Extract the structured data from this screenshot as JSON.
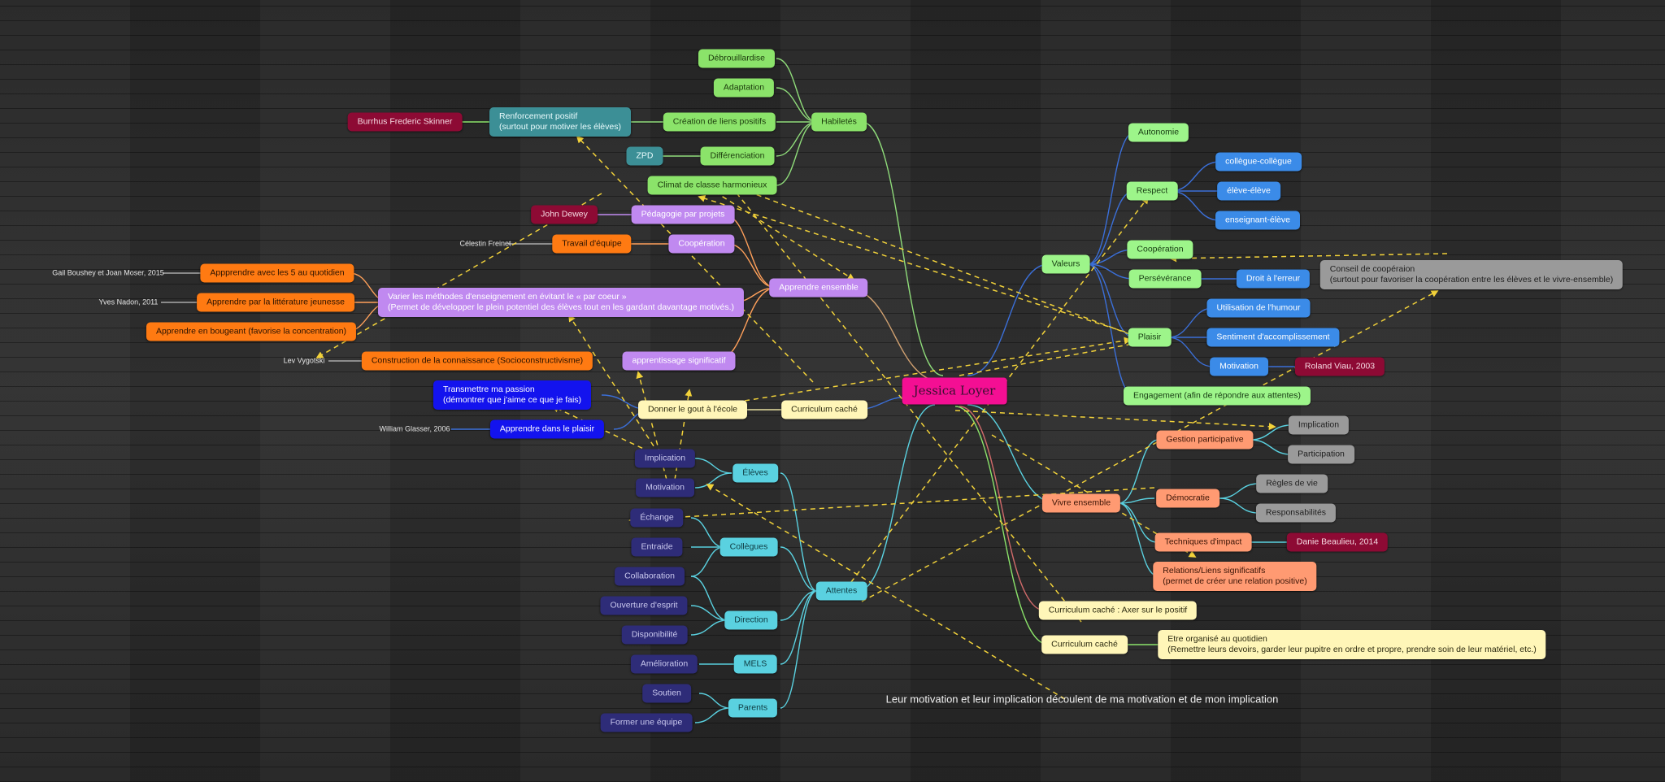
{
  "colors": {
    "green": "#8be36a",
    "lgreen": "#9df58a",
    "purple": "#c089f0",
    "teal": "#3c8f96",
    "orange": "#ff7a12",
    "maroon": "#8d0a34",
    "blue": "#1313ee",
    "navy": "#2e2c78",
    "cyan": "#5ad1e0",
    "sky": "#3b8be8",
    "salmon": "#ff9a72",
    "gray": "#9a9a9a",
    "yellow": "#fff6b8",
    "magenta": "#f40f93",
    "dashed_arrow": "#f2d23a"
  },
  "nodes": {
    "root": "Jessica Loyer",
    "habiletes": "Habiletés",
    "debrouillardise": "Débrouillardise",
    "adaptation": "Adaptation",
    "creation_liens": "Création de liens positifs",
    "differenciation": "Différenciation",
    "climat_classe": "Climat de classe harmonieux",
    "renforcement": "Renforcement positif\n(surtout pour motiver les élèves)",
    "skinner": "Burrhus Frederic Skinner",
    "zpd": "ZPD",
    "pedagogie_projets": "Pédagogie par projets",
    "john_dewey": "John Dewey",
    "cooperation_p": "Coopération",
    "travail_equipe": "Travail d'équipe",
    "celestin": "Célestin Freinet",
    "apprendre_ensemble": "Apprendre ensemble",
    "varier": "Varier les méthodes d'enseignement en évitant le « par coeur »\n(Permet de développer le plein potentiel des élèves tout en les gardant davantage motivés.)",
    "apprendre_5sens": "Appprendre avec les 5 au quotidien",
    "apprendre_litterature": "Apprendre par la littérature jeunesse",
    "apprendre_bougeant": "Apprendre en bougeant (favorise la concentration)",
    "gail": "Gail Boushey et Joan Moser, 2015",
    "yves": "Yves Nadon, 2011",
    "lev": "Lev Vygotski",
    "construction": "Construction de la connaissance (Socioconstructivisme)",
    "apprentissage_signif": "apprentissage significatif",
    "transmettre": "Transmettre ma passion\n(démontrer que j'aime ce que je fais)",
    "apprendre_plaisir": "Apprendre dans le plaisir",
    "glasser": "William Glasser, 2006",
    "donner_gout": "Donner le gout à l'école",
    "curriculum_cache1": "Curriculum caché",
    "implication_n": "Implication",
    "motivation_n": "Motivation",
    "eleves": "Élèves",
    "echange": "Échange",
    "entraide": "Entraide",
    "collaboration": "Collaboration",
    "collegues": "Collègues",
    "ouverture": "Ouverture d'esprit",
    "disponibilite": "Disponibilité",
    "direction": "Direction",
    "amelioration": "Amélioration",
    "mels": "MELS",
    "soutien": "Soutien",
    "former_equipe": "Former une équipe",
    "parents": "Parents",
    "attentes": "Attentes",
    "valeurs": "Valeurs",
    "autonomie": "Autonomie",
    "respect": "Respect",
    "collegue_collegue": "collègue-collègue",
    "eleve_eleve": "élève-élève",
    "enseignant_eleve": "enseignant-élève",
    "cooperation_v": "Coopération",
    "perseverance": "Persévérance",
    "droit_erreur": "Droit à l'erreur",
    "conseil": "Conseil de coopéraion\n(surtout pour favoriser la coopération entre les élèves et le vivre-ensemble)",
    "plaisir": "Plaisir",
    "humour": "Utilisation de l'humour",
    "accomplissement": "Sentiment d'accomplissement",
    "motivation_v": "Motivation",
    "viau": "Roland Viau, 2003",
    "engagement": "Engagement (afin de répondre aux attentes)",
    "vivre_ensemble": "Vivre ensemble",
    "gestion_part": "Gestion participative",
    "implication_g": "Implication",
    "participation": "Participation",
    "democratie": "Démocratie",
    "regles_vie": "Règles de vie",
    "responsabilites": "Responsabilités",
    "techniques": "Techniques d'impact",
    "beaulieu": "Danie Beaulieu, 2014",
    "relations": "Relations/Liens significatifs\n(permet de créer une relation positive)",
    "curriculum_positif": "Curriculum caché : Axer sur le positif",
    "curriculum_cache2": "Curriculum caché",
    "etre_organise": "Etre organisé au quotidien\n(Remettre leurs devoirs, garder leur pupitre en ordre et propre, prendre soin de leur matériel, etc.)",
    "note": "Leur motivation et leur implication découlent de ma motivation et de mon implication"
  }
}
